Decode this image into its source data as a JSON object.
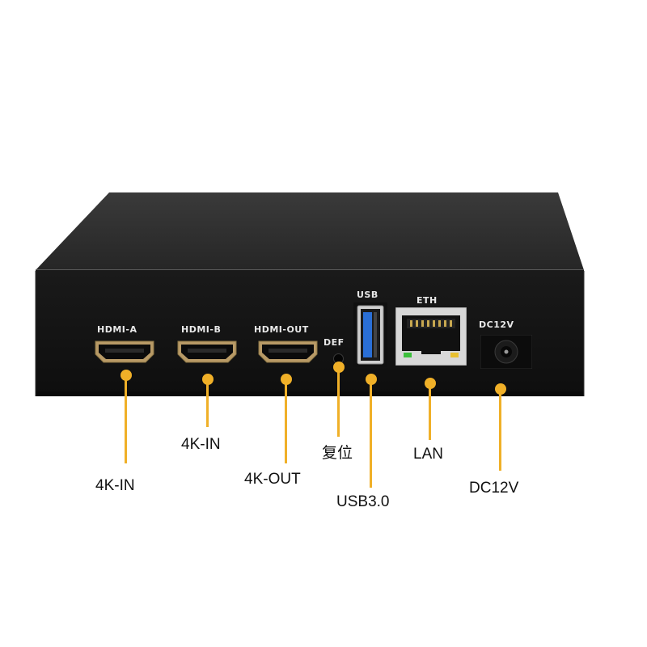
{
  "device": {
    "ports": {
      "hdmi_a": "HDMI-A",
      "hdmi_b": "HDMI-B",
      "hdmi_out": "HDMI-OUT",
      "def": "DEF",
      "usb": "USB",
      "eth": "ETH",
      "dc": "DC12V"
    }
  },
  "callouts": {
    "hdmi_a": "4K-IN",
    "hdmi_b": "4K-IN",
    "hdmi_out": "4K-OUT",
    "reset": "复位",
    "usb": "USB3.0",
    "lan": "LAN",
    "dc": "DC12V"
  },
  "colors": {
    "chassis": "#1c1c1c",
    "callout": "#f0b028",
    "usb_tongue": "#2a6fd6"
  }
}
